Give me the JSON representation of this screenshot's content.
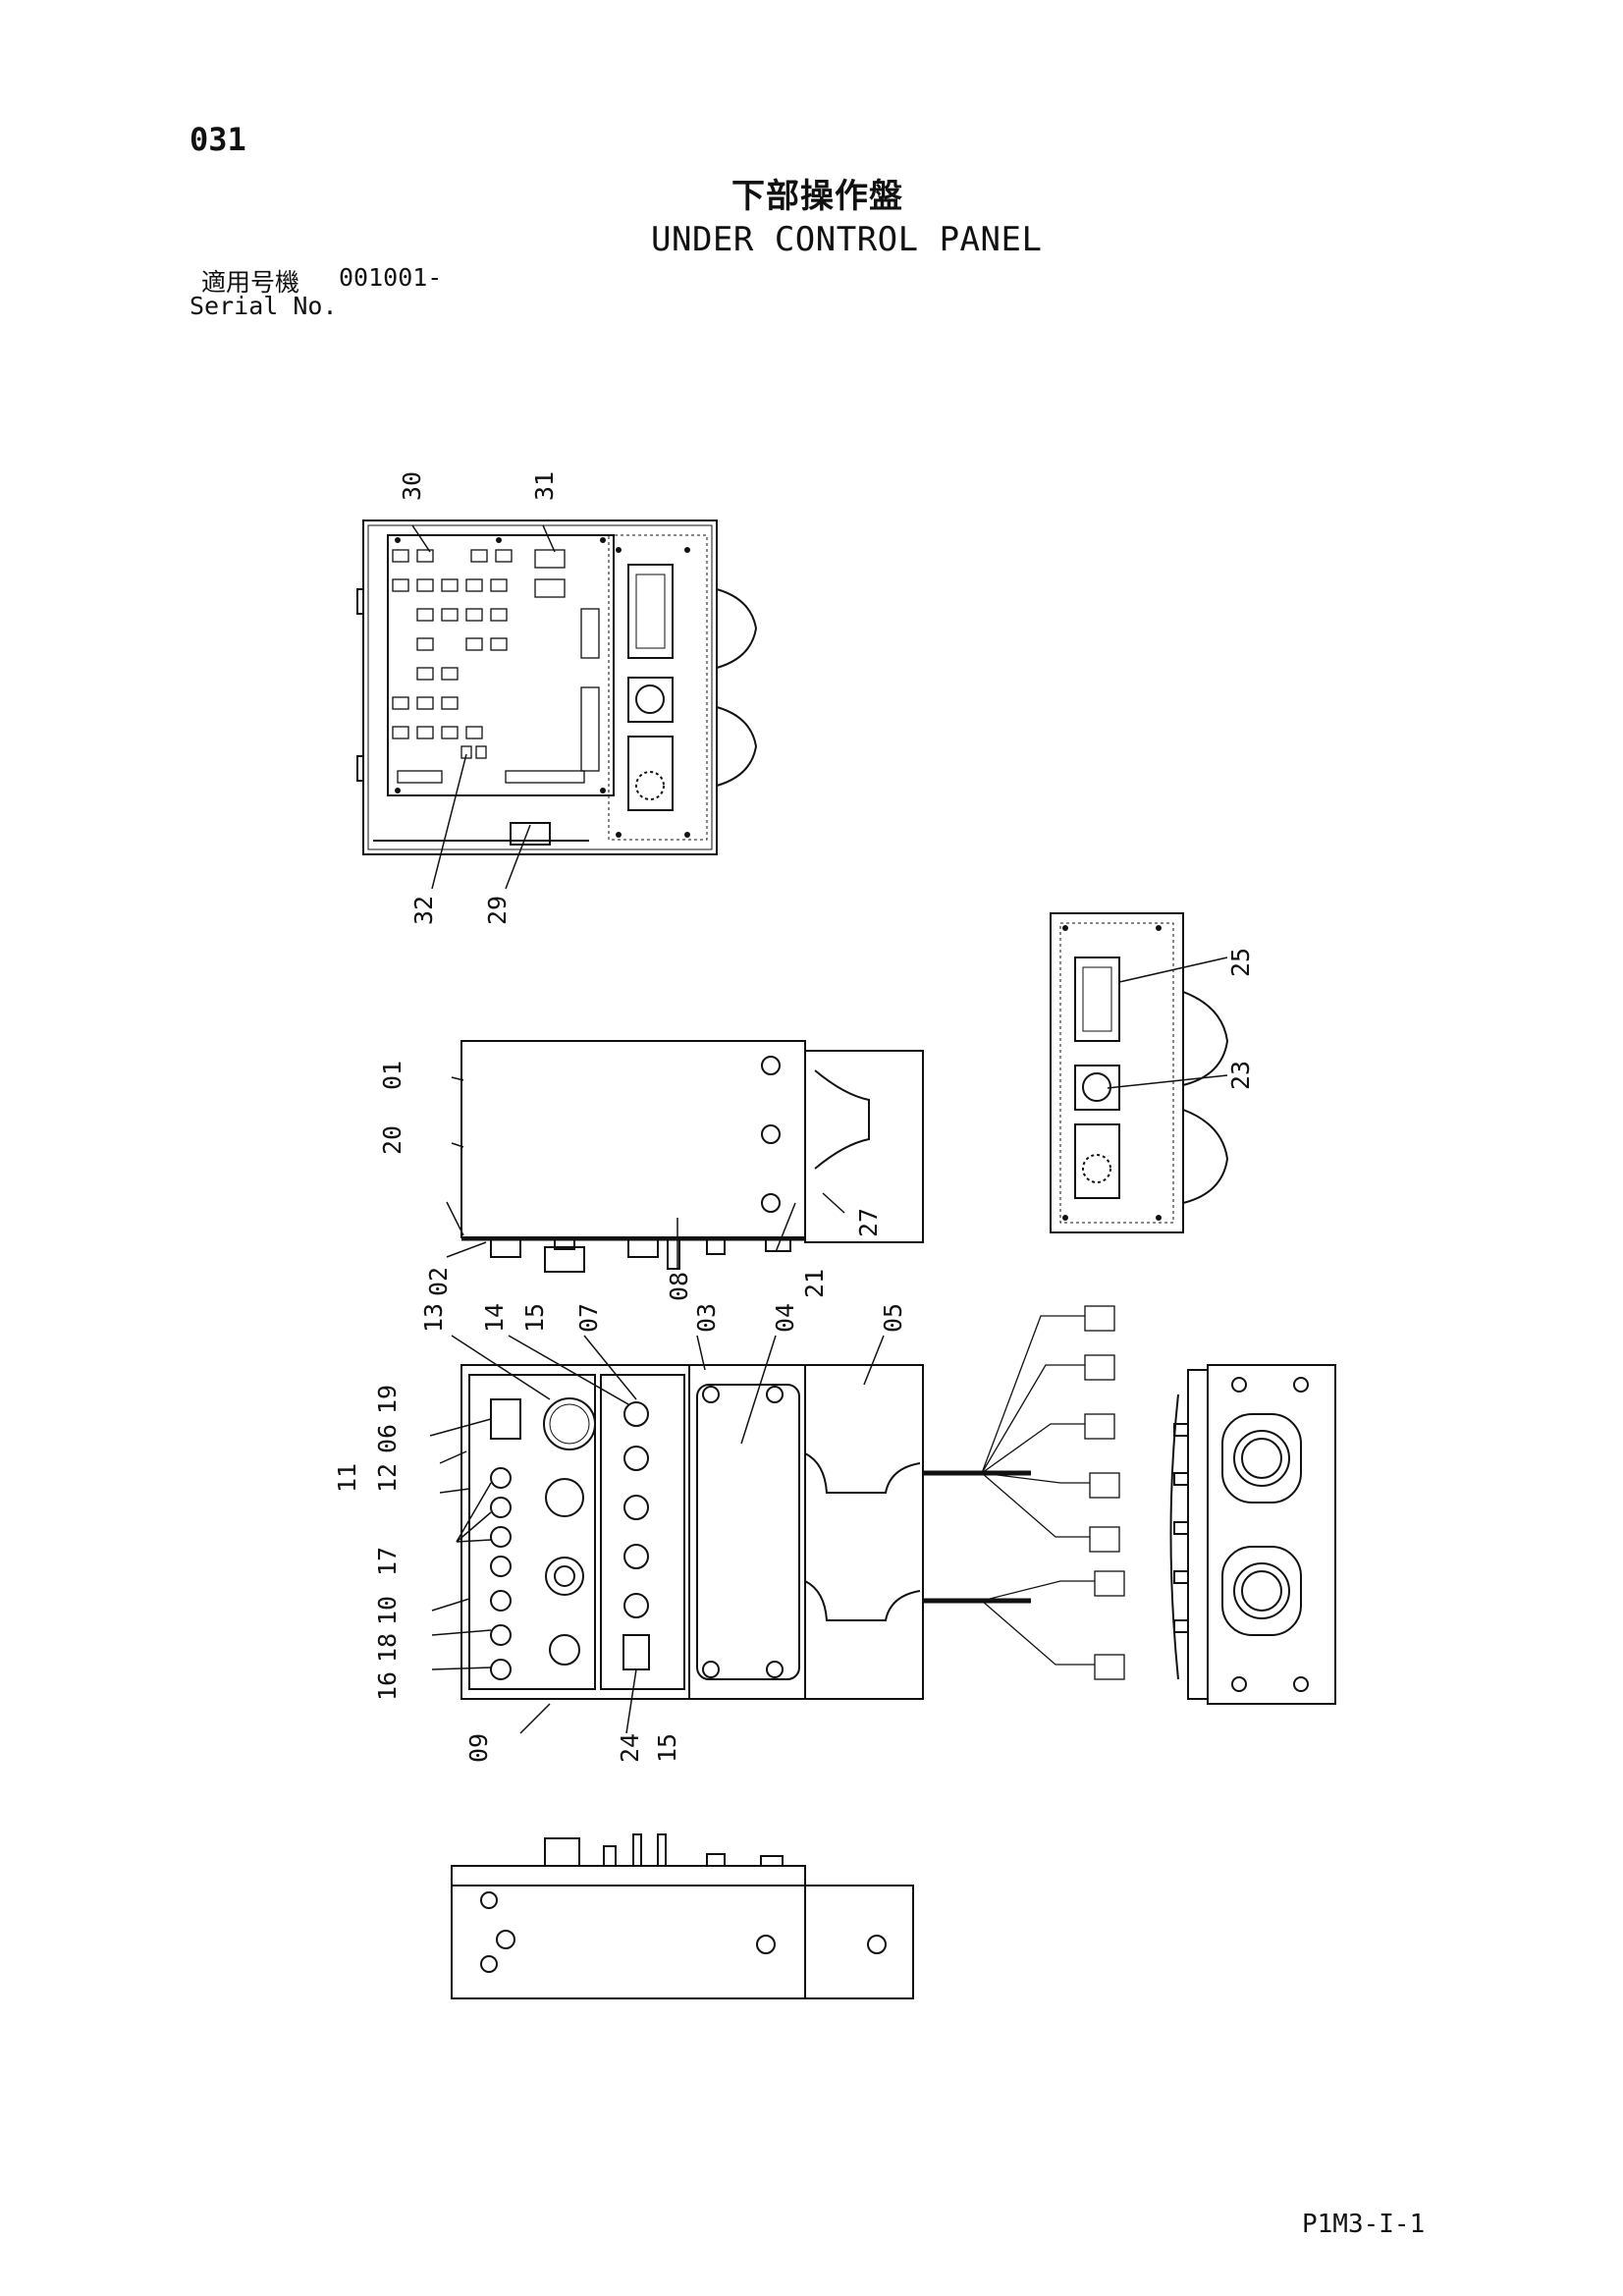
{
  "header": {
    "page_number": "031",
    "title_jp": "下部操作盤",
    "title_en": "UNDER CONTROL PANEL",
    "serial_jp": "適用号機",
    "serial_code": "001001-",
    "serial_en": "Serial No."
  },
  "footer": {
    "page_code": "P1M3-I-1"
  },
  "callouts": {
    "c01": "01",
    "c02": "02",
    "c03": "03",
    "c04": "04",
    "c05": "05",
    "c06": "06",
    "c07": "07",
    "c08": "08",
    "c09": "09",
    "c10": "10",
    "c11": "11",
    "c12": "12",
    "c13": "13",
    "c14": "14",
    "c15a": "15",
    "c15b": "15",
    "c16": "16",
    "c17": "17",
    "c18": "18",
    "c19": "19",
    "c20": "20",
    "c21": "21",
    "c23": "23",
    "c24": "24",
    "c25": "25",
    "c27": "27",
    "c29": "29",
    "c30": "30",
    "c31": "31",
    "c32": "32"
  }
}
